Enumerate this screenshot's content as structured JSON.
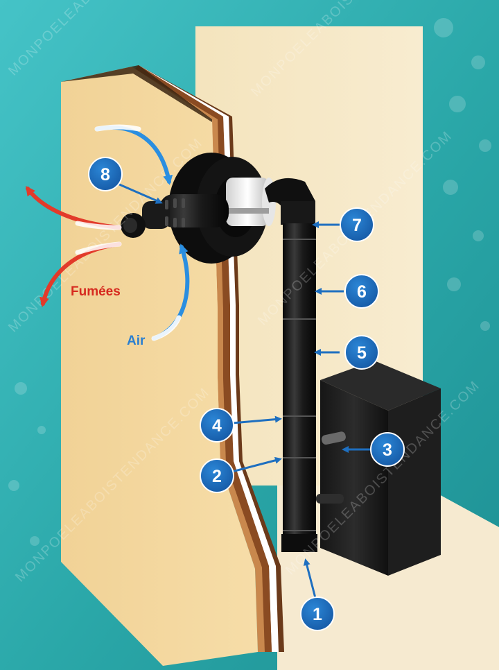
{
  "labels": {
    "fumees": "Fumées",
    "air": "Air"
  },
  "callouts": [
    {
      "id": "1",
      "label": "1"
    },
    {
      "id": "2",
      "label": "2"
    },
    {
      "id": "3",
      "label": "3"
    },
    {
      "id": "4",
      "label": "4"
    },
    {
      "id": "5",
      "label": "5"
    },
    {
      "id": "6",
      "label": "6"
    },
    {
      "id": "7",
      "label": "7"
    },
    {
      "id": "8",
      "label": "8"
    }
  ],
  "watermark": "MONPOELEABOISTENDANCE.COM",
  "colors": {
    "badge": "#1e6fc0",
    "air_arrow": "#2a8ee0",
    "fumees_arrow": "#e23a2a",
    "fumees_text": "#d62a1f",
    "air_text": "#2a7fd0",
    "wall": "#f0d398",
    "background_teal": "#2fb3b0"
  }
}
